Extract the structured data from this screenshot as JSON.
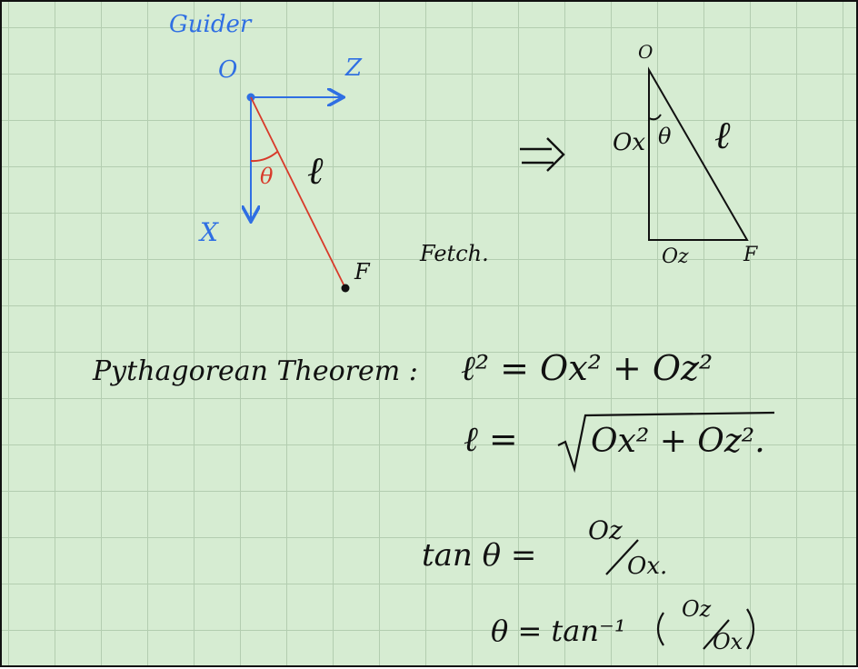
{
  "colors": {
    "paper": "#d6ecd2",
    "grid": "#b3cdb0",
    "ink": "#111111",
    "axis": "#2f6fe3",
    "line": "#d83a2a"
  },
  "left_diagram": {
    "title": "Guider",
    "origin": "O",
    "z_axis": "Z",
    "x_axis": "X",
    "angle": "θ",
    "length": "ℓ",
    "point": "F"
  },
  "arrow": "=>",
  "fetch_label": "Fetch.",
  "right_triangle": {
    "top_vertex": "O",
    "vertical_side": "Ox",
    "angle": "θ",
    "hypotenuse": "ℓ",
    "horizontal_side": "Oz",
    "bottom_right_vertex": "F"
  },
  "equations": {
    "pythagorean_label": "Pythagorean Theorem :",
    "eq1": "ℓ² = Ox² + Oz²",
    "eq2_lhs": "ℓ =",
    "eq2_radicand": "Ox² + Oz².",
    "eq3_lhs": "tan θ =",
    "eq3_num": "Oz",
    "eq3_den": "Ox.",
    "eq4_lhs": "θ = tan⁻¹",
    "eq4_num": "Oz",
    "eq4_den": "Ox"
  }
}
